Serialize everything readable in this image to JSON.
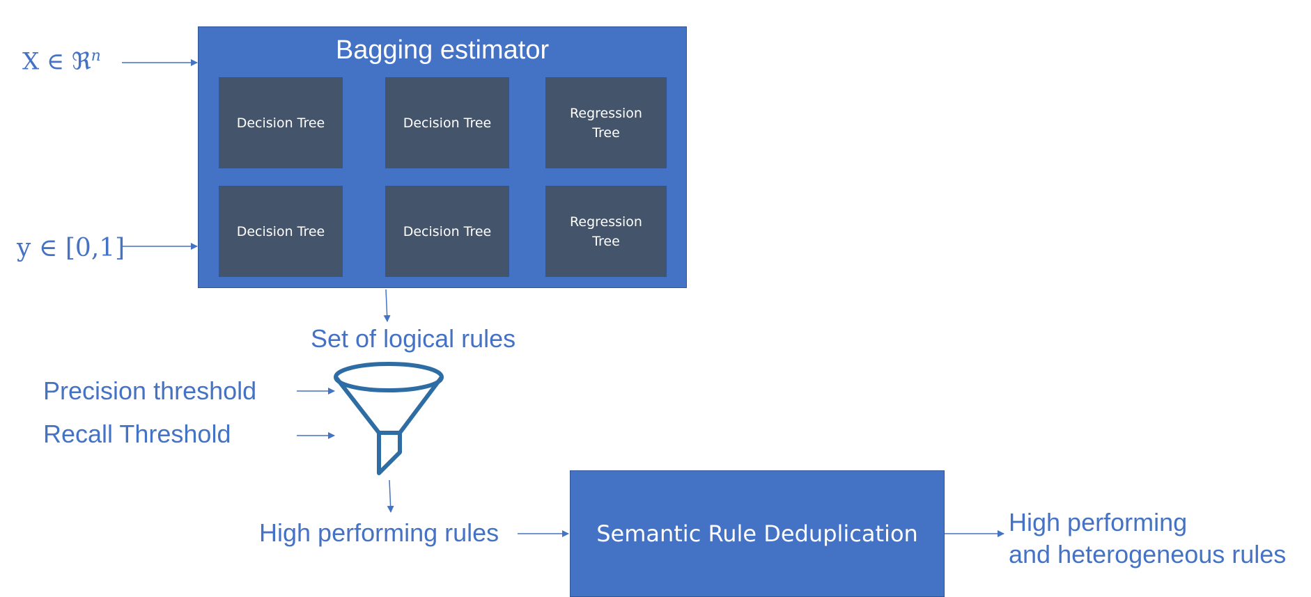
{
  "inputs": {
    "x_label": "X ∈ ℜ",
    "x_exponent": "n",
    "y_label": "y ∈ [0,1]"
  },
  "estimator": {
    "title": "Bagging estimator",
    "trees": [
      [
        "Decision Tree"
      ],
      [
        "Decision Tree"
      ],
      [
        "Regression",
        "Tree"
      ],
      [
        "Decision Tree"
      ],
      [
        "Decision Tree"
      ],
      [
        "Regression",
        "Tree"
      ]
    ]
  },
  "rules_label": "Set of logical rules",
  "thresholds": {
    "precision": "Precision threshold",
    "recall": "Recall Threshold"
  },
  "filter_icon": "funnel-icon",
  "high_performing": "High performing rules",
  "dedup_label": "Semantic Rule Deduplication",
  "output": {
    "line1": "High performing",
    "line2": "and heterogeneous rules"
  },
  "colors": {
    "accent": "#4472C4",
    "border": "#2F5597",
    "tree_fill": "#44546A",
    "funnel": "#2E6DA4"
  }
}
